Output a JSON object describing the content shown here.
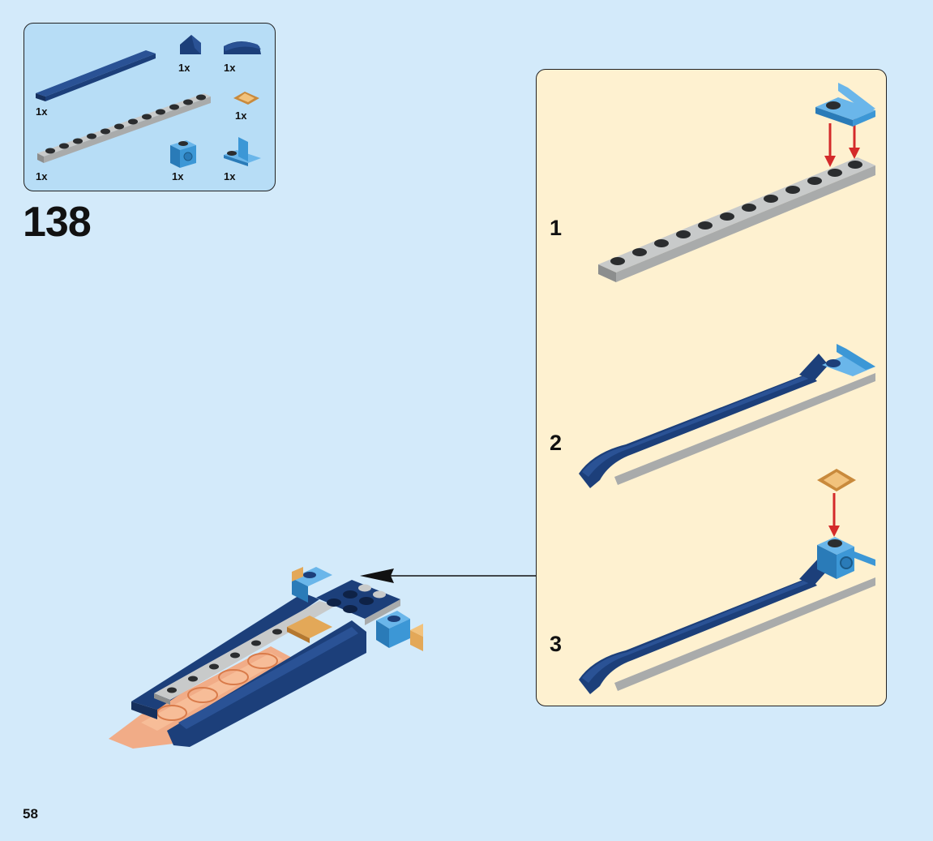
{
  "parts_list": {
    "items": [
      {
        "name": "dark-blue-tile-1x10",
        "qty": "1x",
        "color": "#1c3f7a"
      },
      {
        "name": "dark-blue-slope-tile",
        "qty": "1x",
        "color": "#1c3f7a"
      },
      {
        "name": "dark-blue-curved-slope",
        "qty": "1x",
        "color": "#1c3f7a"
      },
      {
        "name": "gold-pyramid-tile",
        "qty": "1x",
        "color": "#e3a858"
      },
      {
        "name": "grey-plate-1x12",
        "qty": "1x",
        "color": "#a9abab"
      },
      {
        "name": "medium-blue-brick-with-stud",
        "qty": "1x",
        "color": "#3c97d6"
      },
      {
        "name": "medium-blue-bracket",
        "qty": "1x",
        "color": "#3c97d6"
      }
    ]
  },
  "step": {
    "number": "138"
  },
  "substeps": [
    {
      "label": "1"
    },
    {
      "label": "2"
    },
    {
      "label": "3"
    }
  ],
  "page": {
    "number": "58"
  },
  "colors": {
    "background": "#d3eafa",
    "parts_box": "#b7ddf6",
    "substep_box": "#fef1d0",
    "dark_blue": "#1c3f7a",
    "medium_blue": "#3c97d6",
    "grey": "#a9abab",
    "gold": "#e3a858",
    "trans_orange": "#f4a57a",
    "arrow_red": "#d42a2a"
  }
}
